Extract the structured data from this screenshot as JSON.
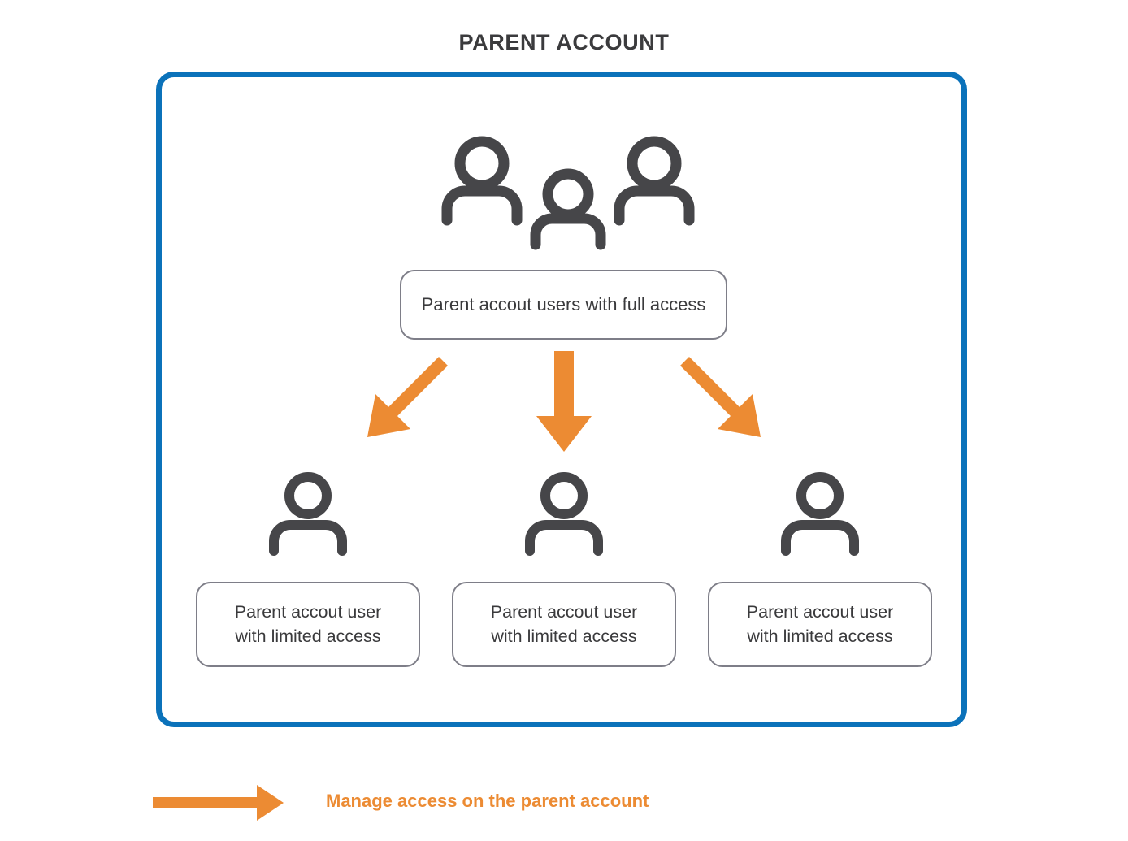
{
  "title": "PARENT ACCOUNT",
  "colors": {
    "frame_blue": "#0b72ba",
    "arrow_orange": "#ec8b33",
    "icon_gray": "#464649",
    "box_border_gray": "#7e7e88",
    "text_dark": "#3a3a3c",
    "title_gray": "#3b3b3d",
    "background": "#ffffff"
  },
  "diagram": {
    "top_group": {
      "icon_name": "group-of-users-icon",
      "person_count": 3,
      "label": "Parent accout users with full access"
    },
    "connections": [
      {
        "name": "arrow-to-left-user",
        "direction": "down-left"
      },
      {
        "name": "arrow-to-center-user",
        "direction": "down"
      },
      {
        "name": "arrow-to-right-user",
        "direction": "down-right"
      }
    ],
    "children": [
      {
        "icon_name": "single-user-icon",
        "label_line_1": "Parent accout user",
        "label_line_2": "with limited access"
      },
      {
        "icon_name": "single-user-icon",
        "label_line_1": "Parent accout user",
        "label_line_2": "with limited access"
      },
      {
        "icon_name": "single-user-icon",
        "label_line_1": "Parent accout user",
        "label_line_2": "with limited access"
      }
    ]
  },
  "legend": {
    "arrow_icon": "right-arrow-icon",
    "text": "Manage access on the parent account"
  }
}
